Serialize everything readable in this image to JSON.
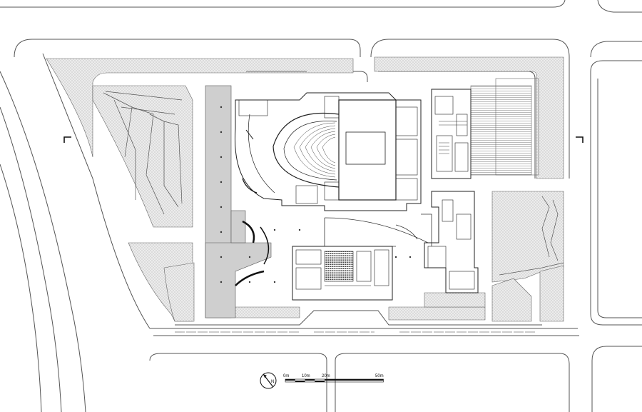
{
  "north_arrow": {
    "label": "N",
    "icon": "north-arrow-icon"
  },
  "scale_bar": {
    "labels": [
      "0m",
      "10m",
      "20m",
      "50m"
    ],
    "values_m": [
      0,
      10,
      20,
      50
    ]
  },
  "section_markers": {
    "icon": "section-marker-icon",
    "count": 2
  },
  "colors": {
    "line": "#333333",
    "hatch_fill": "#d9d9d9",
    "hatch_dot": "#9a9a9a",
    "plaza_gray": "#cfcfcf",
    "background": "#ffffff"
  }
}
